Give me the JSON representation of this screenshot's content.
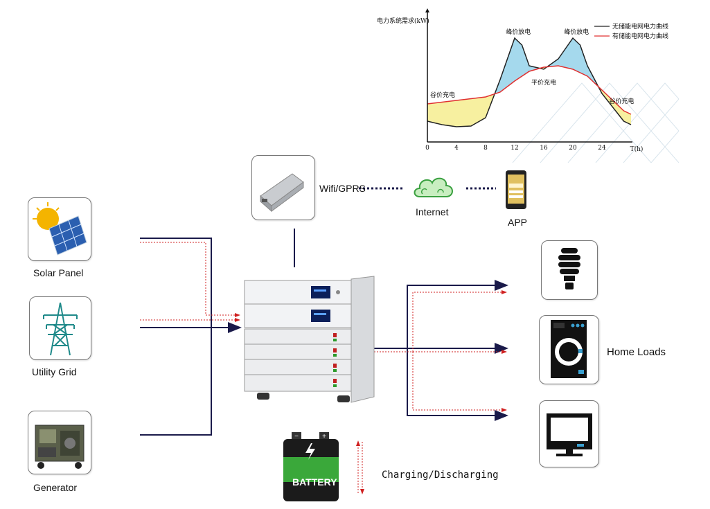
{
  "sources": {
    "solar": "Solar Panel",
    "grid": "Utility Grid",
    "generator": "Generator"
  },
  "communication": {
    "link": "Wifi/GPRS",
    "cloud": "Internet",
    "app": "APP"
  },
  "loads": {
    "label": "Home Loads"
  },
  "battery": {
    "text": "BATTERY",
    "caption": "Charging/Discharging"
  },
  "colors": {
    "line_navy": "#1a1a4a",
    "arrow_red": "#d02020",
    "chart_red_curve": "#e03030",
    "chart_black_curve": "#222222",
    "blue_fill": "#8fd0e8",
    "yellow_fill": "#f7f0a0"
  },
  "chart_data": {
    "type": "line",
    "ylabel": "电力系统需求(kW)",
    "xlabel": "T(h)",
    "x_ticks": [
      "0",
      "4",
      "8",
      "12",
      "16",
      "20",
      "24"
    ],
    "annotations": {
      "peak1": "峰价放电",
      "peak2": "峰价放电",
      "flat": "平价充电",
      "valley_left": "谷价充电",
      "valley_right": "谷价充电"
    },
    "series": [
      {
        "name": "无储能电网电力曲线",
        "color": "#222222",
        "x": [
          0,
          2,
          4,
          6,
          8,
          10,
          12,
          13,
          14,
          16,
          18,
          20,
          21,
          22,
          24,
          27,
          28
        ],
        "y": [
          3,
          2.5,
          2.2,
          2.3,
          3.5,
          9,
          15,
          14,
          11,
          10.5,
          12,
          15,
          14,
          11,
          7,
          3,
          2.5
        ]
      },
      {
        "name": "有储能电网电力曲线",
        "color": "#e03030",
        "x": [
          0,
          4,
          8,
          10,
          12,
          14,
          16,
          18,
          20,
          22,
          24,
          27,
          28
        ],
        "y": [
          5.5,
          6,
          6.5,
          7.2,
          8.8,
          10.2,
          10.8,
          11,
          10.5,
          9.5,
          7.5,
          4.5,
          4
        ]
      }
    ]
  }
}
